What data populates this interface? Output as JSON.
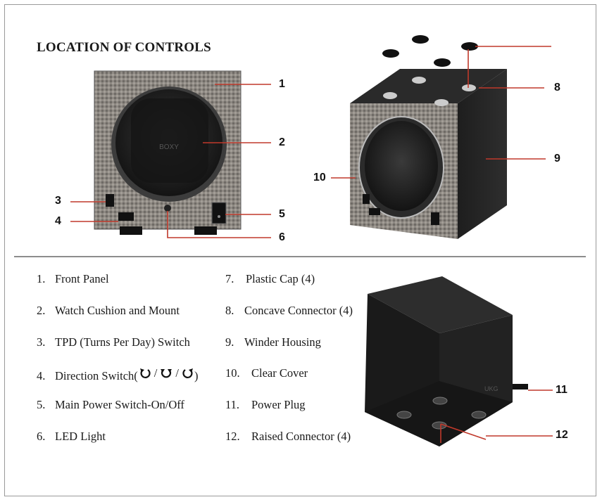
{
  "heading": "LOCATION OF CONTROLS",
  "callouts": [
    "1",
    "2",
    "3",
    "4",
    "5",
    "6",
    "8",
    "9",
    "10",
    "11",
    "12"
  ],
  "legend": [
    {
      "num": "1.",
      "text": "Front Panel"
    },
    {
      "num": "2.",
      "text": "Watch Cushion and Mount"
    },
    {
      "num": "3.",
      "text": "TPD (Turns Per Day) Switch"
    },
    {
      "num": "4.",
      "text": "Direction Switch(",
      "suffix": ")"
    },
    {
      "num": "5.",
      "text": "Main Power Switch-On/Off"
    },
    {
      "num": "6.",
      "text": "LED Light"
    },
    {
      "num": "7.",
      "text": "Plastic Cap (4)"
    },
    {
      "num": "8.",
      "text": "Concave Connector (4)"
    },
    {
      "num": "9.",
      "text": "Winder Housing"
    },
    {
      "num": "10.",
      "text": "Clear Cover"
    },
    {
      "num": "11.",
      "text": "Power Plug"
    },
    {
      "num": "12.",
      "text": "Raised Connector (4)"
    }
  ],
  "direction_separator": "/",
  "colors": {
    "callout_line": "#c0392b",
    "divider": "#8c8c8c",
    "housing": "#1b1b1b",
    "panel": "#8a8680"
  },
  "icons": [
    "counterclockwise-arrow-icon",
    "bidirectional-arrow-icon",
    "clockwise-arrow-icon"
  ]
}
